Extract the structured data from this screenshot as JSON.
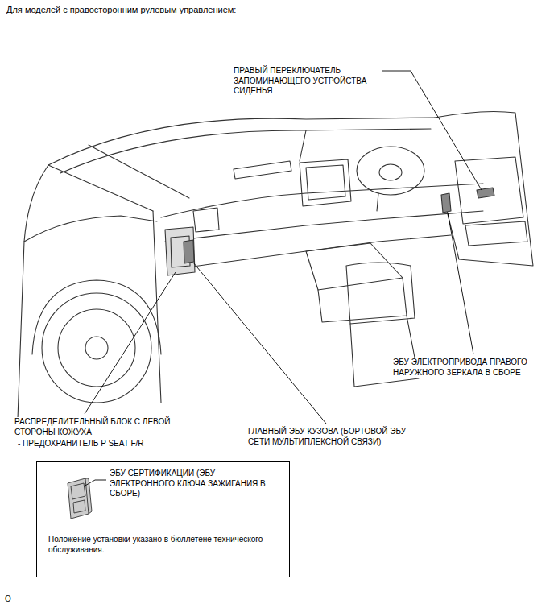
{
  "diagram": {
    "title": "Для моделей с правосторонним рулевым управлением:",
    "nodes": [
      {
        "text": [
          "ЭБУ СЕРТИФИКАЦИИ (ЭБУ ЭЛЕКТРОННОГО КЛЮЧА ЗАЖИГАНИЯ В СБОРЕ)",
          "Положение установки указано в бюллетене технического обслуживания."
        ]
      }
    ],
    "labels": [
      "ПРАВЫЙ ПЕРЕКЛЮЧАТЕЛЬ ЗАПОМИНАЮЩЕГО УСТРОЙСТВА СИДЕНЬЯ",
      "ЭБУ ЭЛЕКТРОПРИВОДА ПРАВОГО НАРУЖНОГО ЗЕРКАЛА В СБОРЕ",
      "РАСПРЕДЕЛИТЕЛЬНЫЙ БЛОК С ЛЕВОЙ СТОРОНЫ КОЖУХА",
      "- ПРЕДОХРАНИТЕЛЬ P SEAT F/R",
      "ГЛАВНЫЙ ЭБУ КУЗОВА (БОРТОВОЙ ЭБУ СЕТИ МУЛЬТИПЛЕКСНОЙ СВЯЗИ)",
      "O"
    ]
  }
}
